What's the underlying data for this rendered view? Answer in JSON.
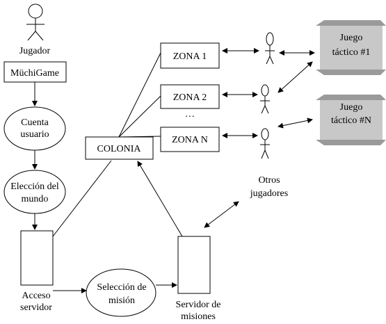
{
  "player": {
    "label": "Jugador"
  },
  "app": {
    "label": "MüchiGame"
  },
  "account": {
    "line1": "Cuenta",
    "line2": "usuario"
  },
  "world": {
    "line1": "Elección del",
    "line2": "mundo"
  },
  "server_access": {
    "line1": "Acceso",
    "line2": "servidor"
  },
  "mission_select": {
    "line1": "Selección  de",
    "line2": "misión"
  },
  "mission_server": {
    "line1": "Servidor de",
    "line2": "misiones"
  },
  "colony": {
    "label": "COLONIA"
  },
  "zones": [
    {
      "label": "ZONA 1"
    },
    {
      "label": "ZONA 2"
    },
    {
      "label": "ZONA N"
    }
  ],
  "zone_ellipsis": "…",
  "other_players": {
    "line1": "Otros",
    "line2": "jugadores"
  },
  "tactical_games": [
    {
      "line1": "Juego",
      "line2": "táctico #1"
    },
    {
      "line1": "Juego",
      "line2": "táctico #N"
    }
  ]
}
